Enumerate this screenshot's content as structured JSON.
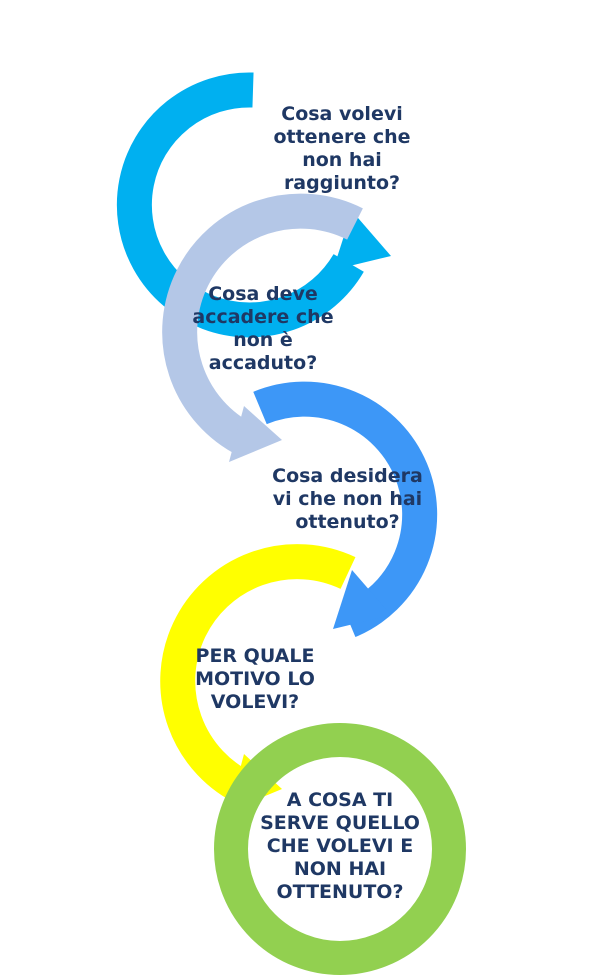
{
  "colors": {
    "text": "#1f3864",
    "step1": "#00b0f0",
    "step2": "#b4c7e7",
    "step3": "#3d97f7",
    "step4": "#ffff00",
    "step5": "#92d050"
  },
  "steps": [
    {
      "lines": [
        "Cosa volevi",
        "ottenere che",
        "non hai",
        "raggiunto?"
      ]
    },
    {
      "lines": [
        "Cosa deve",
        "accadere che",
        "non è",
        "accaduto?"
      ]
    },
    {
      "lines": [
        "Cosa desidera",
        "vi che non hai",
        "ottenuto?"
      ]
    },
    {
      "lines": [
        "PER QUALE",
        "MOTIVO LO",
        "VOLEVI?"
      ]
    },
    {
      "lines": [
        "A COSA TI",
        "SERVE QUELLO",
        "CHE VOLEVI E",
        "NON HAI",
        "OTTENUTO?"
      ]
    }
  ]
}
